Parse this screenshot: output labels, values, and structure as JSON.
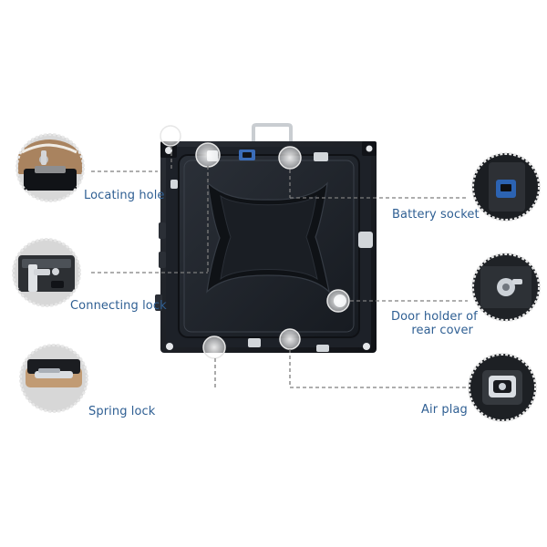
{
  "labels": {
    "locating_hole": "Locating hole",
    "connecting_lock": "Connecting lock",
    "spring_lock": "Spring lock",
    "battery_socket": "Battery socket",
    "door_holder_line1": "Door holder of",
    "door_holder_line2": "rear cover",
    "air_plag": "Air plag"
  },
  "colors": {
    "label_text": "#2f5f93",
    "cabinet": "#171a1f",
    "leader_line": "#7d7d7d"
  },
  "icons": {
    "callout_style": "thumbnail-circles",
    "marker_style": "translucent-white-dots"
  }
}
